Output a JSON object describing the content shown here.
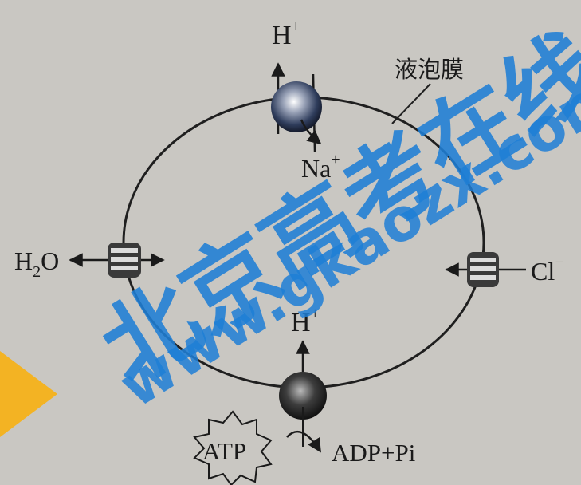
{
  "membrane_label": "液泡膜",
  "labels": {
    "top_ion_out": "H",
    "top_ion_out_sup": "+",
    "top_ion_in": "Na",
    "top_ion_in_sup": "+",
    "left_molecule_main": "H",
    "left_molecule_sub": "2",
    "left_molecule_end": "O",
    "right_ion": "Cl",
    "right_ion_sup": "−",
    "bottom_ion": "H",
    "bottom_ion_sup": "+",
    "atp": "ATP",
    "adp": "ADP+Pi"
  },
  "watermark": {
    "cn": "北京高考在线",
    "url": "www.gkaozx.com"
  },
  "colors": {
    "background": "#c9c7c2",
    "membrane": "#1f1f1f",
    "watermark_blue": "#1f7fd6",
    "watermark_orange": "#f5b21a"
  }
}
